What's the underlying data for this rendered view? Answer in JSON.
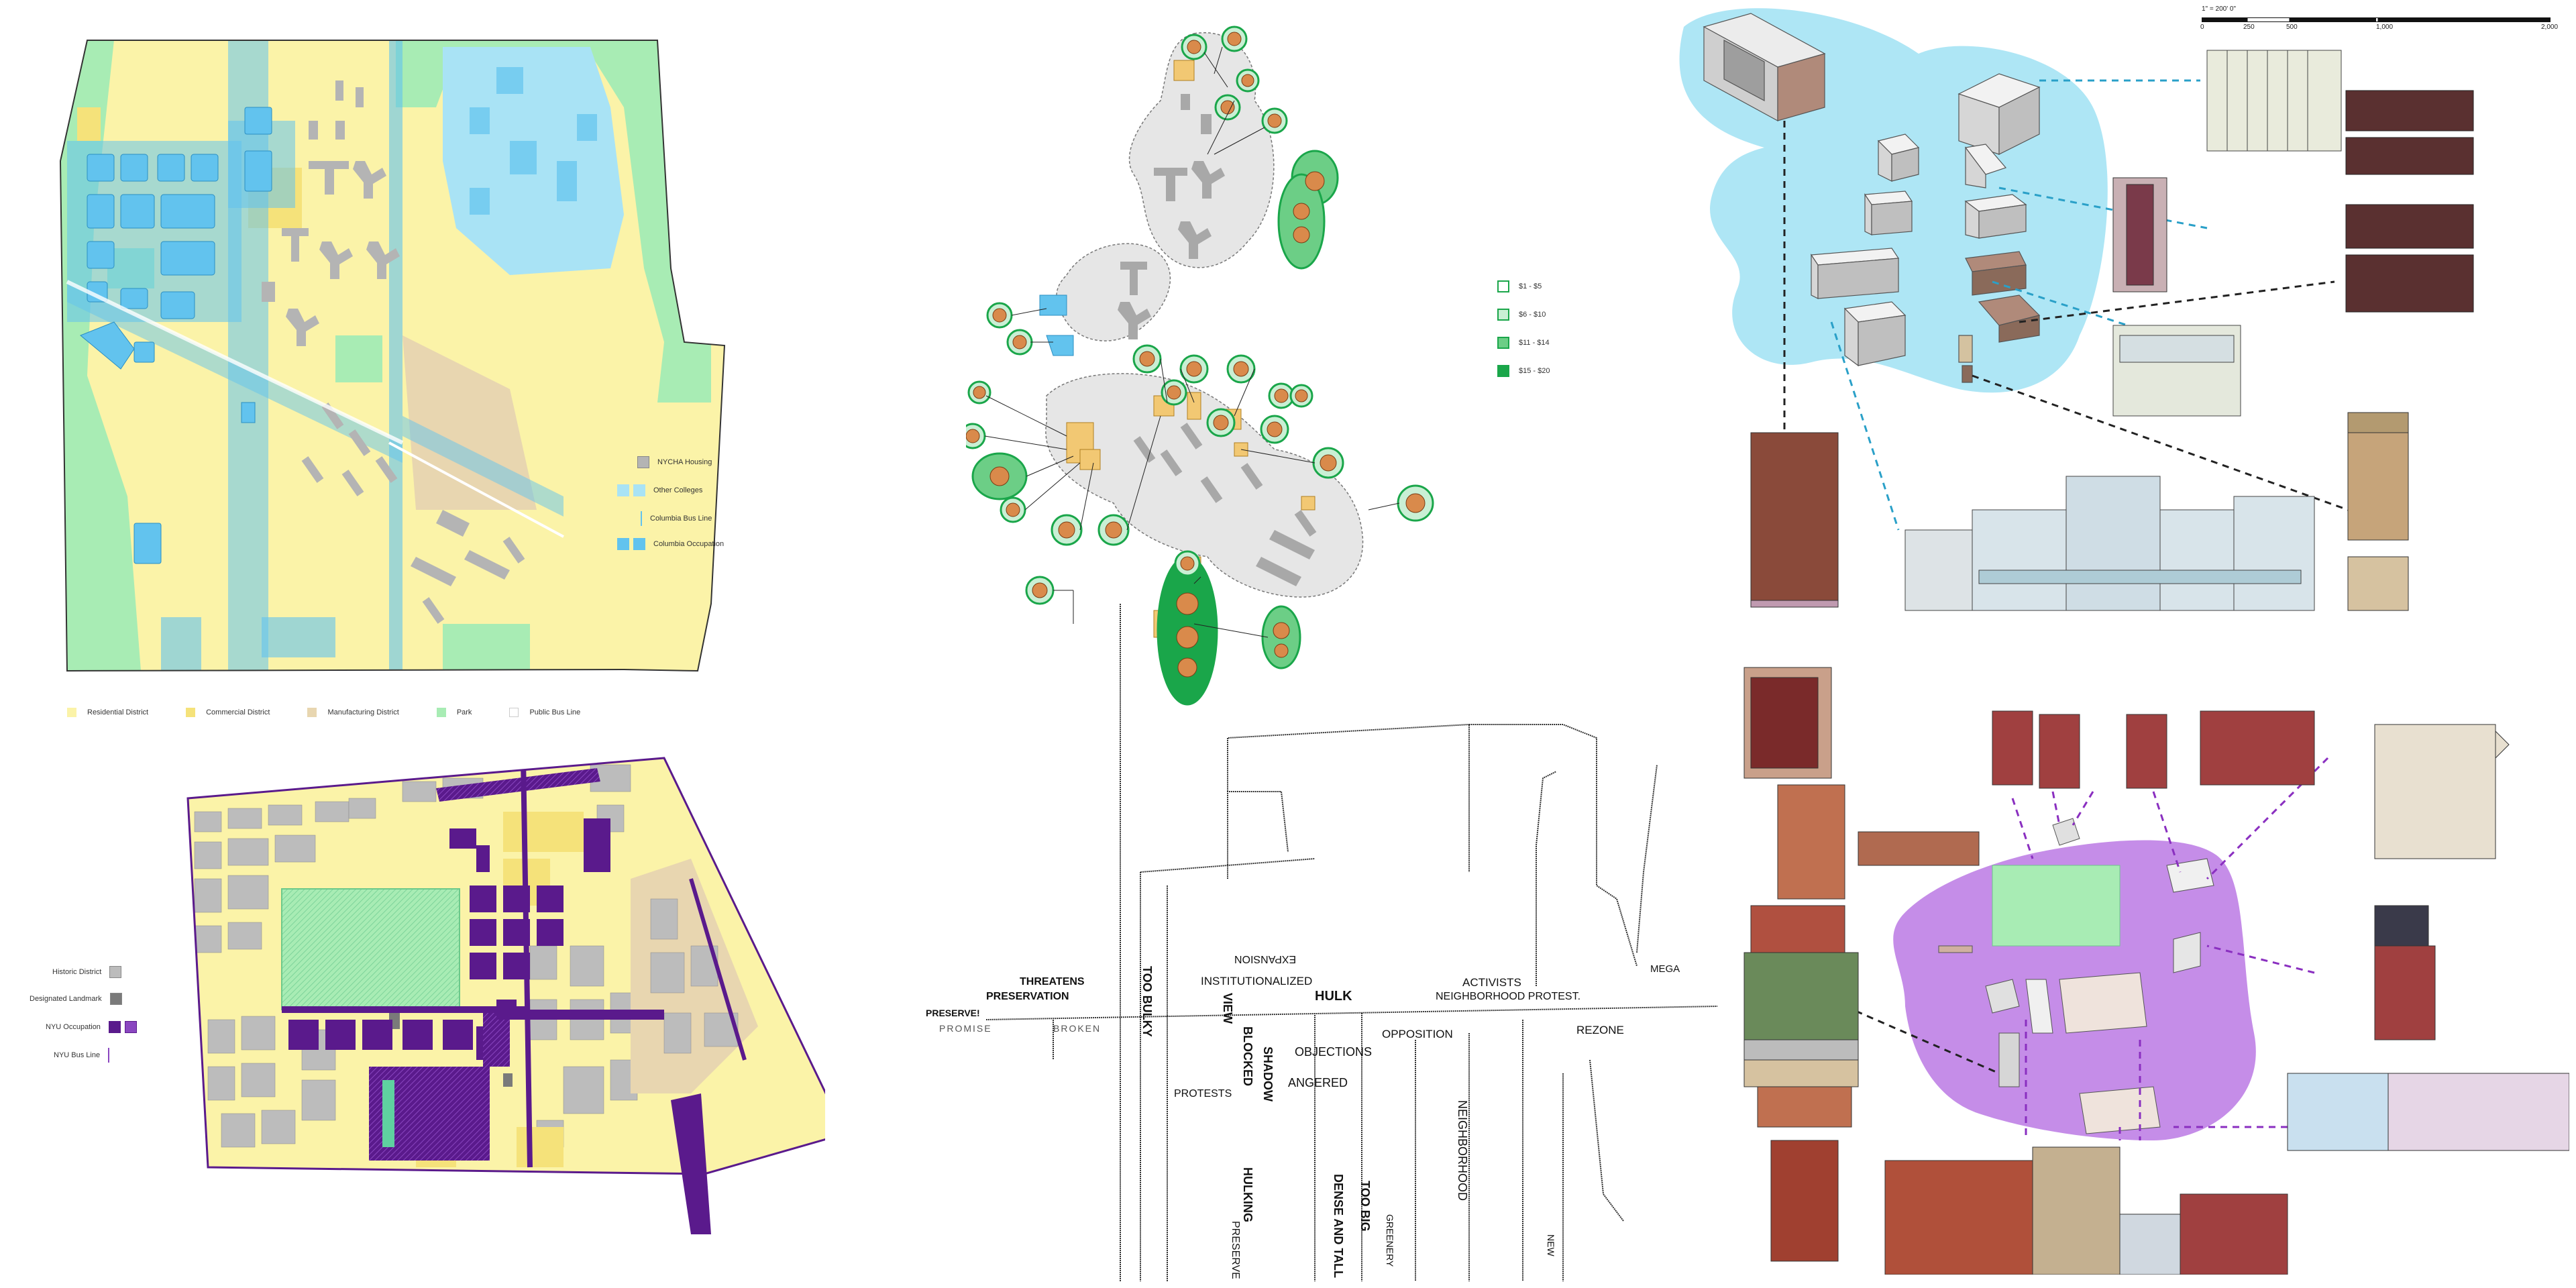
{
  "columbia_legend": {
    "nycha": "NYCHA Housing",
    "other_colleges": "Other Colleges",
    "bus_line": "Columbia Bus Line",
    "occupation": "Columbia Occupation"
  },
  "zoning_legend": {
    "residential": "Residential District",
    "commercial": "Commercial District",
    "manufacturing": "Manufacturing District",
    "park": "Park",
    "public_bus": "Public Bus Line"
  },
  "nyu_legend": {
    "historic": "Historic District",
    "landmark": "Designated Landmark",
    "occupation": "NYU Occupation",
    "bus_line": "NYU Bus Line"
  },
  "price_legend": [
    "$1 - $5",
    "$6 - $10",
    "$11 - $14",
    "$15 - $20"
  ],
  "scale_bar": {
    "title": "1\" = 200' 0\"",
    "ticks": [
      "0",
      "250",
      "500",
      "1,000",
      "2,000"
    ]
  },
  "word_tree": {
    "row_words": [
      "THREATENS",
      "PRESERVATION",
      "PRESERVE!",
      "PROMISE",
      "BROKEN",
      "INSTITUTIONALIZED",
      "EXPANSION",
      "HULK",
      "ACTIVISTS",
      "NEIGHBORHOOD PROTEST.",
      "OPPOSITION",
      "OBJECTIONS",
      "ANGERED",
      "PROTESTS",
      "REZONE",
      "MEGA"
    ],
    "vertical_words": [
      "VIEW",
      "BLOCKED",
      "SHADOW",
      "HULKING",
      "TOO BIG",
      "TOO BULKY",
      "DENSE AND TALL",
      "NEIGHBORHOOD",
      "GREENERY",
      "PRESERVE",
      "NEW"
    ]
  },
  "colors": {
    "residential": "#fbf3a8",
    "commercial": "#f5e27a",
    "manufacturing": "#e8d6b0",
    "park": "#a8ecb4",
    "columbia": "#62c3ee",
    "other_college": "#a9e3f5",
    "nycha": "#b4b4b4",
    "nyu": "#5a1a8c",
    "nyu_light": "#c487e6",
    "historic": "#bcbcbc",
    "landmark": "#7a7a7a",
    "food_green": "#1aa64a",
    "sky_blob": "#aee6f5",
    "purple_blob": "#c58de8"
  }
}
